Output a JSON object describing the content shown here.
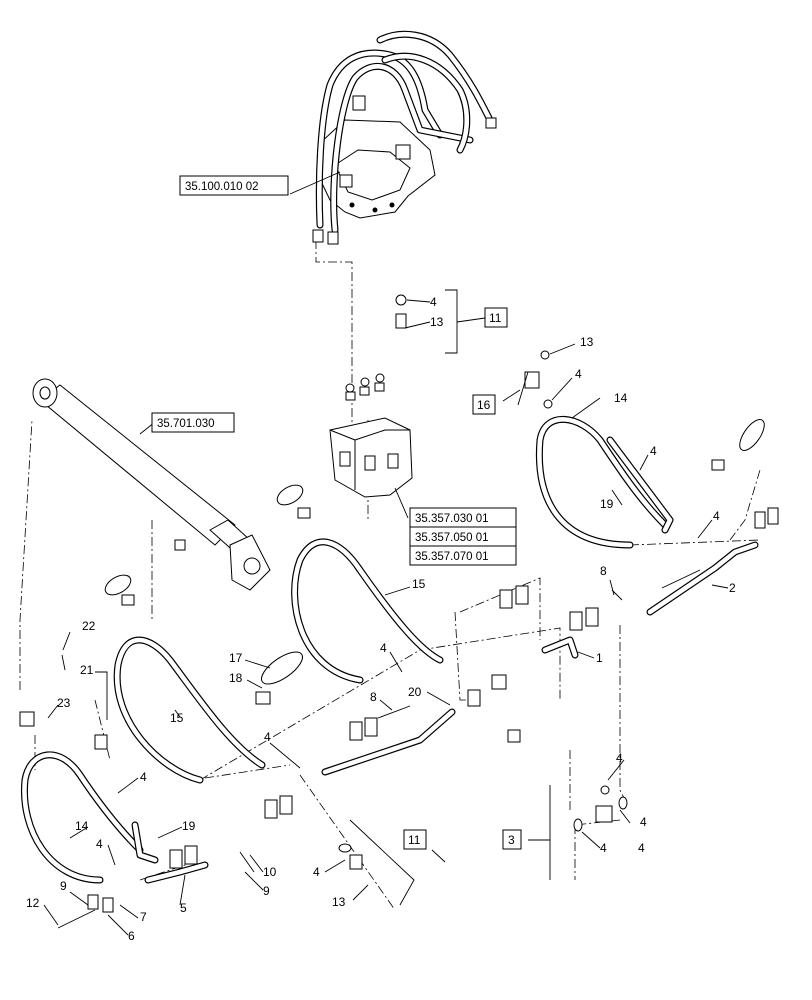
{
  "callouts": [
    {
      "id": "c4a",
      "text": "4"
    },
    {
      "id": "c13a",
      "text": "13"
    },
    {
      "id": "c13b",
      "text": "13"
    },
    {
      "id": "c4b",
      "text": "4"
    },
    {
      "id": "c14a",
      "text": "14"
    },
    {
      "id": "c4c",
      "text": "4"
    },
    {
      "id": "c19a",
      "text": "19"
    },
    {
      "id": "c4d",
      "text": "4"
    },
    {
      "id": "c2",
      "text": "2"
    },
    {
      "id": "c8a",
      "text": "8"
    },
    {
      "id": "c15a",
      "text": "15"
    },
    {
      "id": "c4e",
      "text": "4"
    },
    {
      "id": "c1",
      "text": "1"
    },
    {
      "id": "c22",
      "text": "22"
    },
    {
      "id": "c17",
      "text": "17"
    },
    {
      "id": "c18",
      "text": "18"
    },
    {
      "id": "c21",
      "text": "21"
    },
    {
      "id": "c20",
      "text": "20"
    },
    {
      "id": "c8b",
      "text": "8"
    },
    {
      "id": "c23",
      "text": "23"
    },
    {
      "id": "c15b",
      "text": "15"
    },
    {
      "id": "c4f",
      "text": "4"
    },
    {
      "id": "c4g",
      "text": "4"
    },
    {
      "id": "c4h",
      "text": "4"
    },
    {
      "id": "c4i",
      "text": "4"
    },
    {
      "id": "c14b",
      "text": "14"
    },
    {
      "id": "c19b",
      "text": "19"
    },
    {
      "id": "c4j",
      "text": "4"
    },
    {
      "id": "c4k",
      "text": "4"
    },
    {
      "id": "c10",
      "text": "10"
    },
    {
      "id": "c9a",
      "text": "9"
    },
    {
      "id": "c9b",
      "text": "9"
    },
    {
      "id": "c5",
      "text": "5"
    },
    {
      "id": "c12",
      "text": "12"
    },
    {
      "id": "c6",
      "text": "6"
    },
    {
      "id": "c7",
      "text": "7"
    },
    {
      "id": "c4l",
      "text": "4"
    },
    {
      "id": "c13c",
      "text": "13"
    },
    {
      "id": "c4m",
      "text": "4"
    }
  ],
  "boxed_callouts": [
    {
      "id": "b11a",
      "text": "11"
    },
    {
      "id": "b16",
      "text": "16"
    },
    {
      "id": "b3",
      "text": "3"
    },
    {
      "id": "b11b",
      "text": "11"
    }
  ],
  "references": [
    {
      "id": "r1",
      "text": "35.100.010 02"
    },
    {
      "id": "r2",
      "text": "35.701.030"
    },
    {
      "id": "r3",
      "text": "35.357.030 01"
    },
    {
      "id": "r4",
      "text": "35.357.050 01"
    },
    {
      "id": "r5",
      "text": "35.357.070 01"
    }
  ]
}
